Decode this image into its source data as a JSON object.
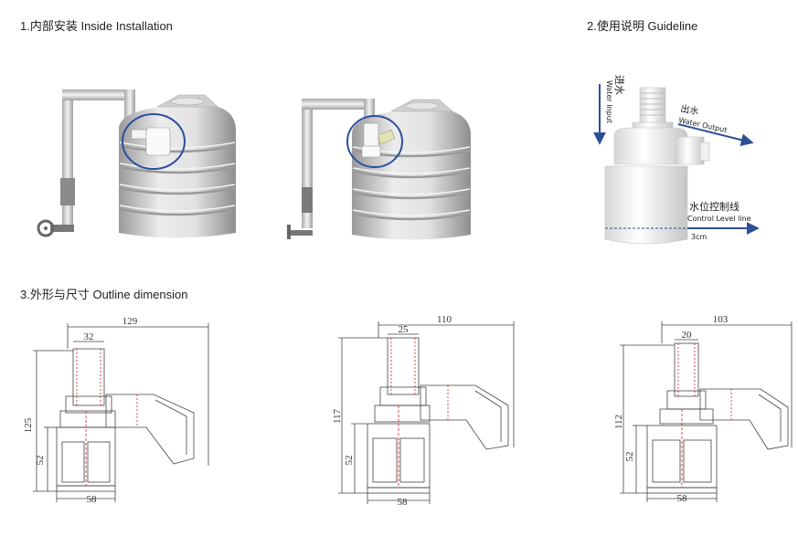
{
  "sections": {
    "inside": {
      "title": "1.内部安装 Inside Installation"
    },
    "guideline": {
      "title": "2.使用说明 Guideline",
      "water_input_cn": "进水",
      "water_input_en": "Water Input",
      "water_output_cn": "出水",
      "water_output_en": "Water Output",
      "level_cn": "水位控制线",
      "level_en": "Control Level line",
      "level_value": "3cm"
    },
    "outline": {
      "title": "3.外形与尺寸 Outline dimension"
    }
  },
  "dimensions": [
    {
      "width_total": "129",
      "inlet": "32",
      "height": "125",
      "float_height": "52",
      "float_width": "58"
    },
    {
      "width_total": "110",
      "inlet": "25",
      "height": "117",
      "float_height": "52",
      "float_width": "58"
    },
    {
      "width_total": "103",
      "inlet": "20",
      "height": "112",
      "float_height": "52",
      "float_width": "58"
    }
  ],
  "colors": {
    "accent_blue": "#2b4fa0",
    "arrow_blue": "#2d4f96",
    "tank_gray": "#c9c9c9",
    "drawing_red": "#cc2222"
  }
}
